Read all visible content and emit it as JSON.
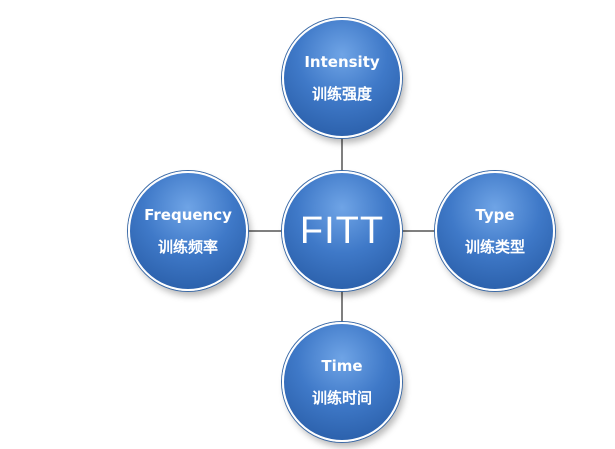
{
  "center": {
    "label": "FITT"
  },
  "nodes": {
    "intensity": {
      "en": "Intensity",
      "zh": "训练强度"
    },
    "frequency": {
      "en": "Frequency",
      "zh": "训练频率"
    },
    "type": {
      "en": "Type",
      "zh": "训练类型"
    },
    "time": {
      "en": "Time",
      "zh": "训练时间"
    }
  },
  "colors": {
    "node_fill": "#3f79c8",
    "node_border": "#ffffff",
    "connector": "#7f7f7f",
    "text": "#ffffff"
  }
}
